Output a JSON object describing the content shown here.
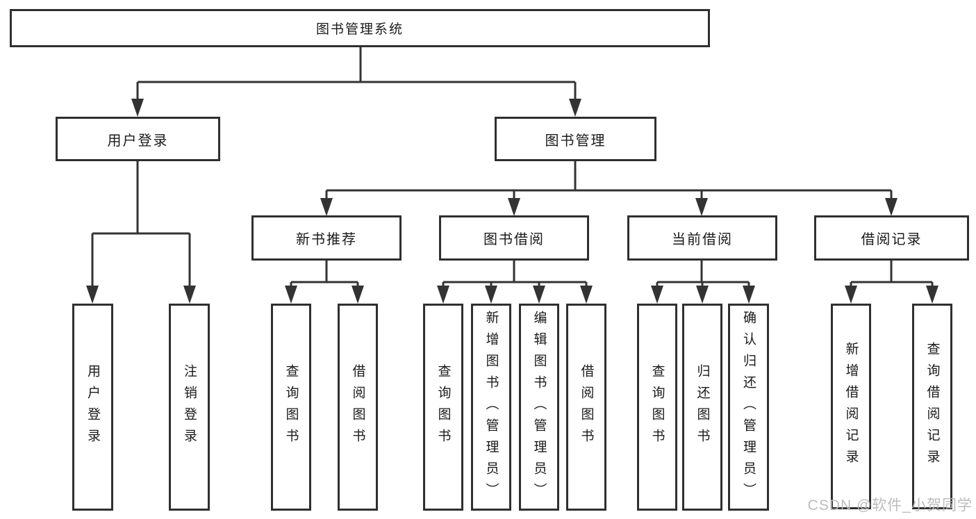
{
  "tree": {
    "label": "图书管理系统",
    "children": [
      {
        "label": "用户登录",
        "children": [
          {
            "label": "用户登录"
          },
          {
            "label": "注销登录"
          }
        ]
      },
      {
        "label": "图书管理",
        "children": [
          {
            "label": "新书推荐",
            "children": [
              {
                "label": "查询图书"
              },
              {
                "label": "借阅图书"
              }
            ]
          },
          {
            "label": "图书借阅",
            "children": [
              {
                "label": "查询图书"
              },
              {
                "label": "新增图书（管理员）"
              },
              {
                "label": "编辑图书（管理员）"
              },
              {
                "label": "借阅图书"
              }
            ]
          },
          {
            "label": "当前借阅",
            "children": [
              {
                "label": "查询图书"
              },
              {
                "label": "归还图书"
              },
              {
                "label": "确认归还（管理员）"
              }
            ]
          },
          {
            "label": "借阅记录",
            "children": [
              {
                "label": "新增借阅记录"
              },
              {
                "label": "查询借阅记录"
              }
            ]
          }
        ]
      }
    ]
  },
  "watermark": "CSDN @软件_小贺同学",
  "colors": {
    "line": "#333333",
    "box_border": "#2f2f2f",
    "text": "#1a1a1a",
    "background": "#ffffff",
    "watermark": "#b8b8b8"
  }
}
